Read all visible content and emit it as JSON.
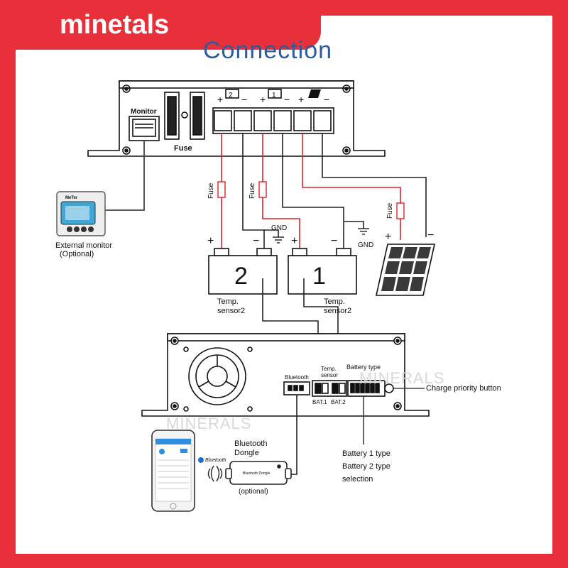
{
  "brand": {
    "logo_text": "minetals"
  },
  "title": "Connection",
  "controller_top": {
    "monitor_label": "Monitor",
    "fuse_label": "Fuse",
    "terminal_labels": [
      "2",
      "1"
    ],
    "solar_icon": "solar-panel-icon"
  },
  "external_monitor": {
    "brand_text": "MeTer",
    "label_line1": "External monitor",
    "label_line2": "(Optional)"
  },
  "wiring": {
    "fuse_label": "Fuse",
    "gnd_label": "GND",
    "plus": "+",
    "minus": "−"
  },
  "batteries": [
    {
      "number": "2",
      "sensor_line1": "Temp.",
      "sensor_line2": "sensor2"
    },
    {
      "number": "1",
      "sensor_line1": "Temp.",
      "sensor_line2": "sensor2"
    }
  ],
  "controller_bottom": {
    "bluetooth_label": "Bluetooth",
    "temp_sensor_line1": "Temp.",
    "temp_sensor_line2": "sensor",
    "battery_type_label": "Battery type",
    "bat1_label": "BAT.1",
    "bat2_label": "BAT.2",
    "charge_priority_label": "Charge priority button"
  },
  "battery_type_notes": {
    "line1": "Battery 1 type",
    "line2": "Battery 2 type",
    "line3": "selection"
  },
  "dongle": {
    "title_line1": "Bluetooth",
    "title_line2": "Dongle",
    "inner_text": "Bluetooth Dongle",
    "optional_label": "(optional)"
  },
  "bluetooth_badge": "Bluetooth",
  "watermark": "MINERALS",
  "colors": {
    "brand_red": "#e8303a",
    "title_blue": "#2d5b9e",
    "wire_red": "#e0202a"
  }
}
